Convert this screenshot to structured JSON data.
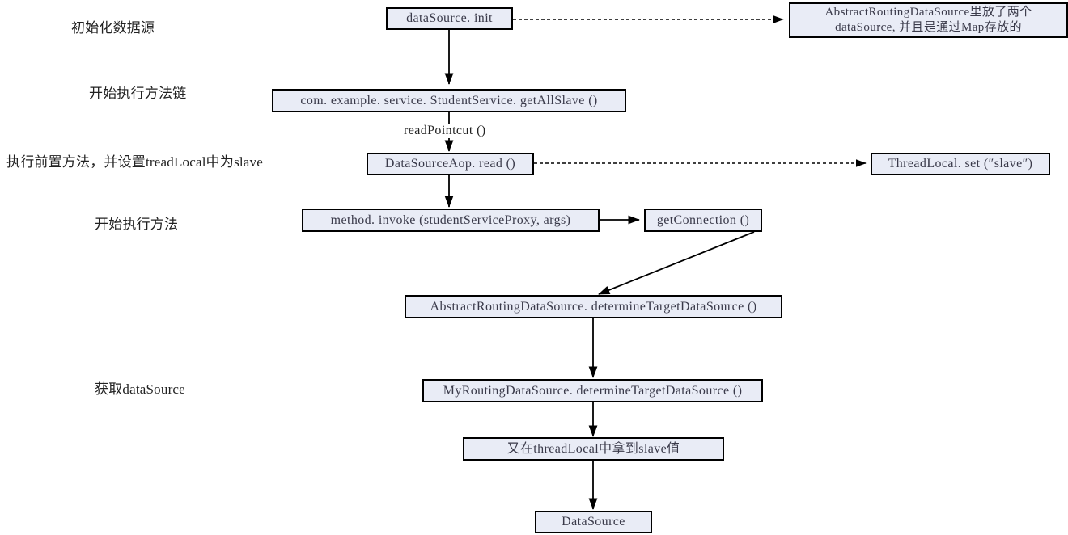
{
  "diagram": {
    "title": "Spring dynamic datasource routing call flow",
    "type": "flowchart",
    "background_color": "#ffffff",
    "node_fill_color": "#e9ecf6",
    "node_border_color": "#000000",
    "node_text_color": "#3a3a4a",
    "label_text_color": "#222222"
  },
  "stage_labels": [
    {
      "id": "stage-init-datasource",
      "text": "初始化数据源"
    },
    {
      "id": "stage-start-method-chain",
      "text": "开始执行方法链"
    },
    {
      "id": "stage-before-advice",
      "text": "执行前置方法，并设置treadLocal中为slave"
    },
    {
      "id": "stage-start-method",
      "text": "开始执行方法"
    },
    {
      "id": "stage-get-datasource",
      "text": "获取dataSource"
    }
  ],
  "nodes": [
    {
      "id": "node-datasource-init",
      "text": "dataSource. init"
    },
    {
      "id": "node-annotation-abstract-routing",
      "lines": [
        "AbstractRoutingDataSource里放了两个",
        "dataSource, 并且是通过Map存放的"
      ]
    },
    {
      "id": "node-student-service-getallslave",
      "text": "com. example. service. StudentService. getAllSlave ()"
    },
    {
      "id": "node-datasource-aop-read",
      "text": "DataSourceAop. read ()"
    },
    {
      "id": "node-threadlocal-set-slave",
      "text": "ThreadLocal. set (″slave″)"
    },
    {
      "id": "node-method-invoke",
      "text": "method. invoke (studentServiceProxy, args)"
    },
    {
      "id": "node-get-connection",
      "text": "getConnection ()"
    },
    {
      "id": "node-abstract-routing-determine",
      "text": "AbstractRoutingDataSource. determineTargetDataSource ()"
    },
    {
      "id": "node-my-routing-determine",
      "text": "MyRoutingDataSource. determineTargetDataSource ()"
    },
    {
      "id": "node-threadlocal-get-slave",
      "text": "又在threadLocal中拿到slave值"
    },
    {
      "id": "node-datasource",
      "text": "DataSource"
    }
  ],
  "edge_labels": [
    {
      "id": "edge-label-read-pointcut",
      "text": "readPointcut ()"
    }
  ],
  "watermark": {
    "text": ""
  }
}
